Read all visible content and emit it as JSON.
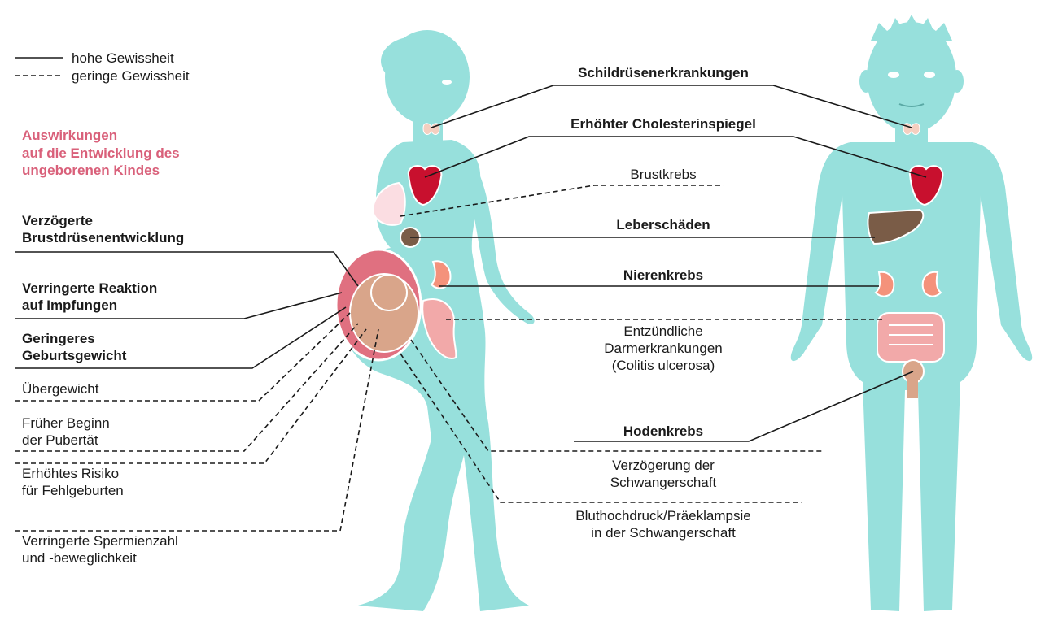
{
  "legend": {
    "high": "hohe Gewissheit",
    "low": "geringe Gewissheit"
  },
  "heading": [
    "Auswirkungen",
    "auf die Entwicklung des",
    "ungeborenen Kindes"
  ],
  "left_labels": {
    "breast_dev": [
      "Verzögerte",
      "Brustdrüsenentwicklung"
    ],
    "vaccine": [
      "Verringerte Reaktion",
      "auf Impfungen"
    ],
    "birthweight": [
      "Geringeres",
      "Geburtsgewicht"
    ],
    "overweight": [
      "Übergewicht"
    ],
    "puberty": [
      "Früher Beginn",
      "der Pubertät"
    ],
    "miscarriage": [
      "Erhöhtes Risiko",
      "für Fehlgeburten"
    ],
    "sperm": [
      "Verringerte Spermienzahl",
      "und -beweglichkeit"
    ]
  },
  "center_labels": {
    "thyroid": [
      "Schildrüsenerkrankungen"
    ],
    "cholesterol": [
      "Erhöhter Cholesterinspiegel"
    ],
    "breast_cancer": [
      "Brustkrebs"
    ],
    "liver": [
      "Leberschäden"
    ],
    "kidney": [
      "Nierenkrebs"
    ],
    "colitis": [
      "Entzündliche",
      "Darmerkrankungen",
      "(Colitis ulcerosa)"
    ],
    "testicular": [
      "Hodenkrebs"
    ],
    "pregnancy_delay": [
      "Verzögerung der",
      "Schwangerschaft"
    ],
    "preeclampsia": [
      "Bluthochdruck/Präeklampsie",
      "in der Schwangerschaft"
    ]
  },
  "colors": {
    "body": "#97e0dc",
    "heart": "#c8102e",
    "liver": "#7a5c47",
    "kidney": "#f4927b",
    "intestine": "#f2a9a9",
    "uterus": "#e07080",
    "fetus": "#d9a58a",
    "breast": "#fbdde2",
    "heading": "#d9607a"
  }
}
